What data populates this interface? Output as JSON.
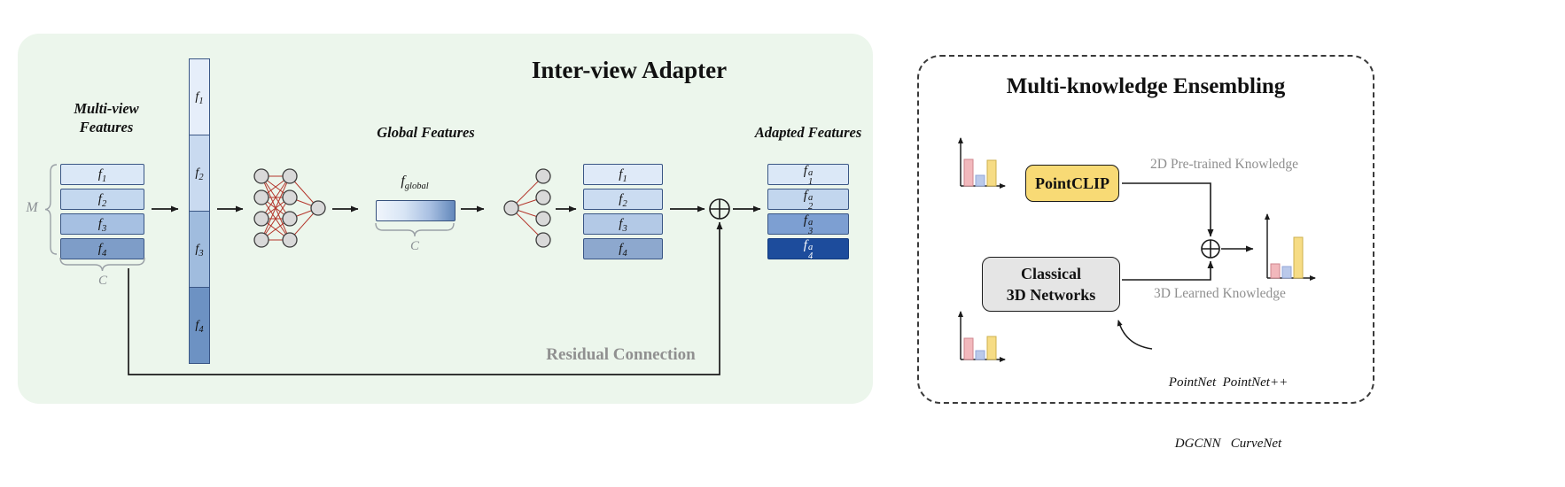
{
  "figure": {
    "inter_view": {
      "title": "Inter-view Adapter",
      "multiview_label": {
        "line1": "Multi-view",
        "line2": "Features"
      },
      "m_label": "M",
      "c_label_input": "C",
      "input_stack": [
        {
          "base": "f",
          "sub": "1"
        },
        {
          "base": "f",
          "sub": "2"
        },
        {
          "base": "f",
          "sub": "3"
        },
        {
          "base": "f",
          "sub": "4"
        }
      ],
      "concat_bar": [
        {
          "base": "f",
          "sub": "1"
        },
        {
          "base": "f",
          "sub": "2"
        },
        {
          "base": "f",
          "sub": "3"
        },
        {
          "base": "f",
          "sub": "4"
        }
      ],
      "global_features_label": "Global Features",
      "f_global": {
        "base": "f",
        "sub": "global"
      },
      "c_label_global": "C",
      "decoded_stack": [
        {
          "base": "f",
          "sub": "1"
        },
        {
          "base": "f",
          "sub": "2"
        },
        {
          "base": "f",
          "sub": "3"
        },
        {
          "base": "f",
          "sub": "4"
        }
      ],
      "adapted_features_label": "Adapted Features",
      "adapted_stack": [
        {
          "base": "f",
          "sub": "1",
          "sup": "a"
        },
        {
          "base": "f",
          "sub": "2",
          "sup": "a"
        },
        {
          "base": "f",
          "sub": "3",
          "sup": "a"
        },
        {
          "base": "f",
          "sub": "4",
          "sup": "a"
        }
      ],
      "residual_label": "Residual Connection"
    },
    "ensembling": {
      "title": "Multi-knowledge Ensembling",
      "pointclip_label": "PointCLIP",
      "classical_box": {
        "line1": "Classical",
        "line2": "3D Networks"
      },
      "knowledge_2d": "2D Pre-trained Knowledge",
      "knowledge_3d": "3D Learned Knowledge",
      "networks": {
        "line1": "PointNet  PointNet++",
        "line2": "DGCNN   CurveNet"
      }
    },
    "colors": {
      "panel_green": "#ecf6ec",
      "feature_blues": [
        "#dbe8f7",
        "#c4d8ef",
        "#a6c0e2",
        "#7e9dc8"
      ],
      "adapted_dark_blue": "#1d4c9c",
      "pointclip_yellow": "#f8da75",
      "classical_gray": "#e5e5e5",
      "bar_pink": "#f2b8bc",
      "bar_blue": "#bac9ea",
      "bar_yellow": "#f6dc85",
      "nn_line_red": "#b4362c",
      "muted_text_gray": "#8f8f8f"
    }
  }
}
